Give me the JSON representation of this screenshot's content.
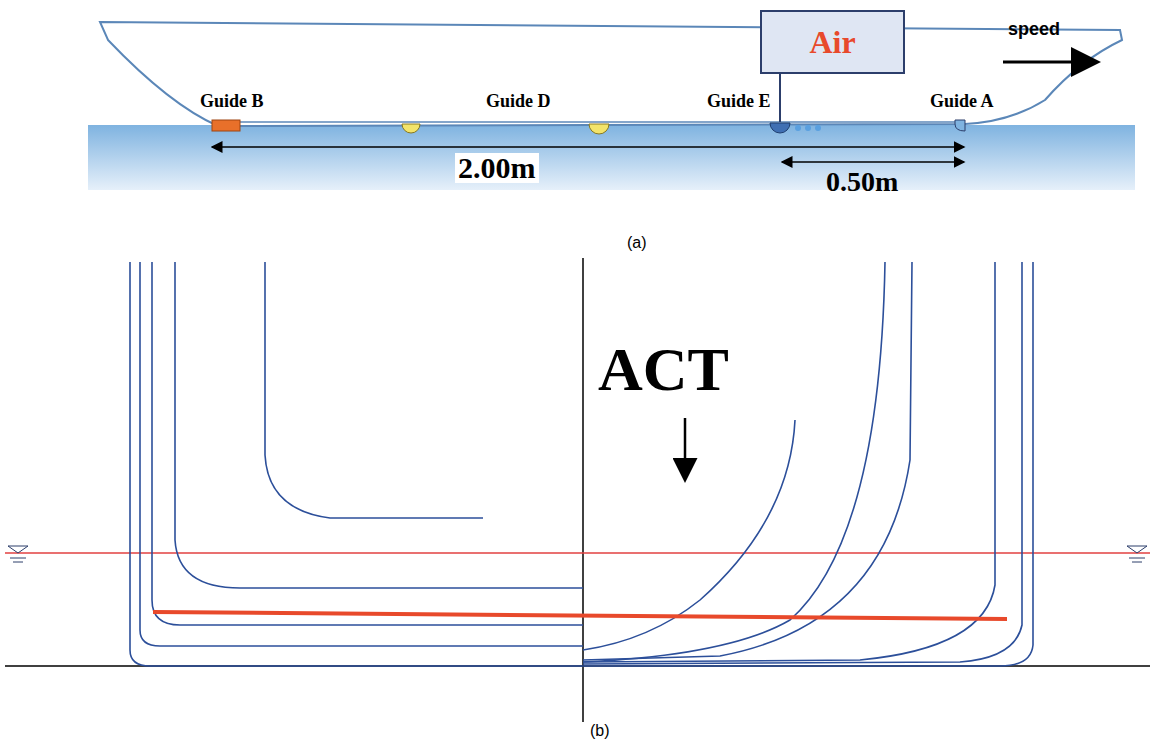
{
  "diagram": {
    "nodes": [
      {
        "text": [
          "Air"
        ]
      }
    ],
    "labels": [
      "speed",
      "Guide B",
      "Guide D",
      "Guide E",
      "Guide A",
      "2.00m",
      "0.50m",
      "(a)",
      "ACT",
      "(b)"
    ]
  }
}
